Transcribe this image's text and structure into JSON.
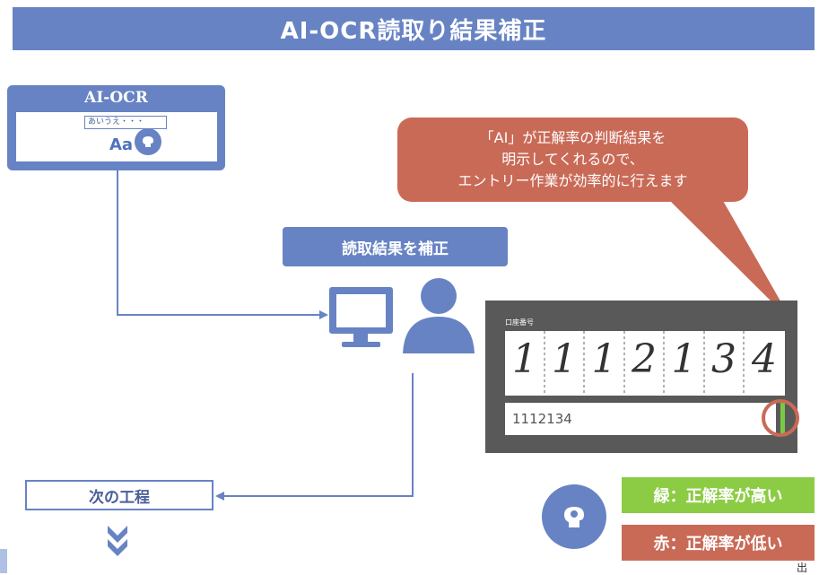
{
  "header": {
    "title": "AI-OCR読取り結果補正"
  },
  "ocr_card": {
    "title": "AI-OCR",
    "sample_text": "あいうえ・・・",
    "glyph": "Aa"
  },
  "correct_step": {
    "label": "読取結果を補正"
  },
  "callout": {
    "lines": [
      "「AI」が正解率の判断結果を",
      "明示してくれるので、",
      "エントリー作業が効率的に行えます"
    ]
  },
  "next_step": {
    "label": "次の工程"
  },
  "form_panel": {
    "field_label": "口座番号",
    "handwritten_digits": [
      "1",
      "1",
      "1",
      "2",
      "1",
      "3",
      "4"
    ],
    "recognized_value": "1112134"
  },
  "legend": {
    "green": {
      "label": "緑：正解率が高い",
      "color": "#8ccc45"
    },
    "red": {
      "label": "赤：正解率が低い",
      "color": "#c96a57"
    }
  },
  "corner_note": "出",
  "colors": {
    "primary": "#6783c4",
    "accent_red": "#c96a57",
    "accent_green": "#8ccc45"
  }
}
